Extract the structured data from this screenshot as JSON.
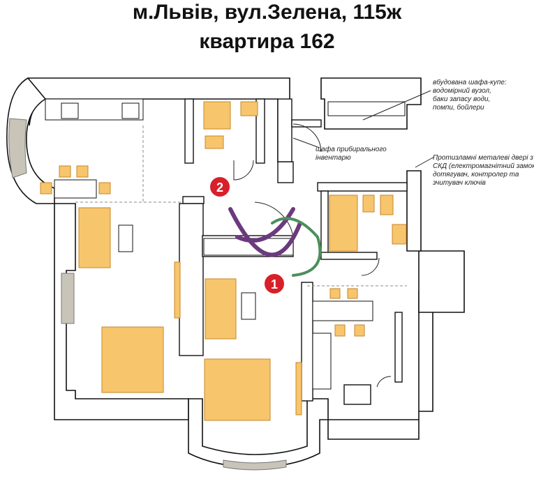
{
  "title": {
    "line1": "м.Львів, вул.Зелена, 115ж",
    "line2": "квартира 162"
  },
  "annotations": {
    "wardrobe": [
      "вбудована шафа-купе:",
      "водомірний вузол,",
      "баки запасу води,",
      "помпи, бойлери"
    ],
    "cleaning": [
      "шафа прибирального",
      "інвентарю"
    ],
    "door": [
      "Протизламні металеві двері з",
      "СКД (електромагнітний замок,",
      "дотягувач, контролер та",
      "зчитувач ключів"
    ]
  },
  "markers": {
    "one": "1",
    "two": "2"
  },
  "colors": {
    "wall": "#ffffff",
    "wall_stroke": "#111111",
    "furniture": "#f7c56c",
    "furniture_stroke": "#c7862a",
    "window": "#b9b3a6",
    "marker": "#d8202a",
    "logo_purple": "#6b3a7d",
    "logo_green": "#4b8f5a"
  }
}
